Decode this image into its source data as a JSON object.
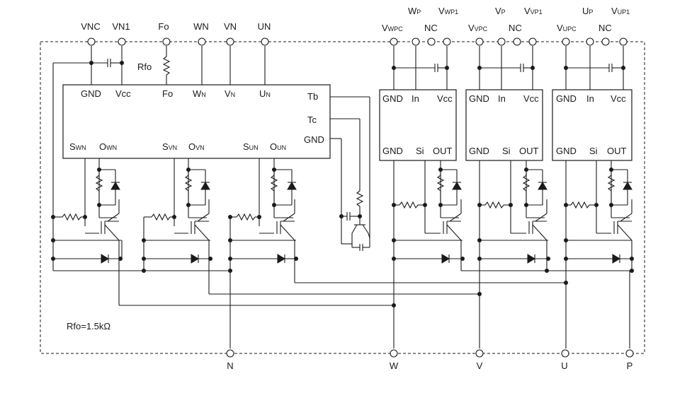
{
  "top_pins": {
    "vnc": "VNC",
    "vn1": "VN1",
    "fo": "Fo",
    "wn": "WN",
    "vn": "VN",
    "un": "UN",
    "vwpc_main": "V",
    "vwpc_sub": "WPC",
    "wp_nc": "NC",
    "vvpc_main": "V",
    "vvpc_sub": "VPC",
    "vp_nc": "NC",
    "vupc_main": "V",
    "vupc_sub": "UPC",
    "up_nc": "NC",
    "wp_main": "W",
    "wp_sub": "P",
    "vwp1_main": "V",
    "vwp1_sub": "WP1",
    "vp_main": "V",
    "vp_sub": "P",
    "vvp1_main": "V",
    "vvp1_sub": "VP1",
    "up_main": "U",
    "up_sub": "P",
    "vup1_main": "V",
    "vup1_sub": "UP1"
  },
  "rfo_label": "Rfo",
  "low_side_ic": {
    "gnd": "GND",
    "vcc": "Vcc",
    "fo": "Fo",
    "wn_main": "W",
    "wn_sub": "N",
    "vn_main": "V",
    "vn_sub": "N",
    "un_main": "U",
    "un_sub": "N",
    "tb": "Tb",
    "tc": "Tc",
    "gnd2": "GND",
    "swn_main": "S",
    "swn_sub": "WN",
    "own_main": "O",
    "own_sub": "WN",
    "svn_main": "S",
    "svn_sub": "VN",
    "ovn_main": "O",
    "ovn_sub": "VN",
    "sun_main": "S",
    "sun_sub": "UN",
    "oun_main": "O",
    "oun_sub": "UN"
  },
  "high_side_ics": [
    {
      "gnd": "GND",
      "in": "In",
      "vcc": "Vcc",
      "gnd_b": "GND",
      "si": "Si",
      "out": "OUT"
    },
    {
      "gnd": "GND",
      "in": "In",
      "vcc": "Vcc",
      "gnd_b": "GND",
      "si": "Si",
      "out": "OUT"
    },
    {
      "gnd": "GND",
      "in": "In",
      "vcc": "Vcc",
      "gnd_b": "GND",
      "si": "Si",
      "out": "OUT"
    }
  ],
  "bottom_pins": {
    "n": "N",
    "w": "W",
    "v": "V",
    "u": "U",
    "p": "P"
  },
  "note": "Rfo=1.5kΩ",
  "line_color": "#1a1a1a"
}
